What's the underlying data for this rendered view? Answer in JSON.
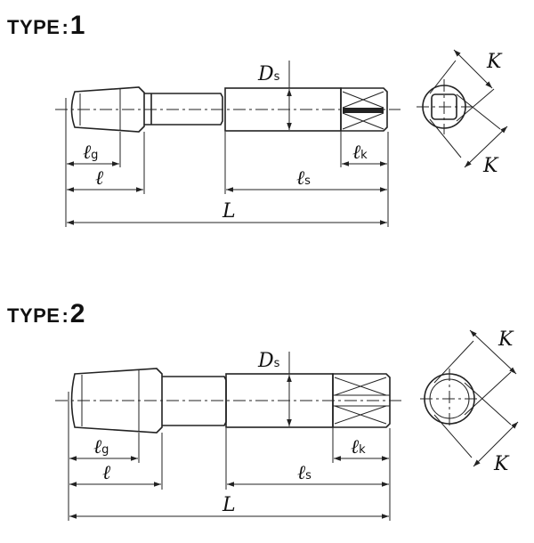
{
  "type1": {
    "word": "TYPE",
    "colon": ":",
    "number": "1"
  },
  "type2": {
    "word": "TYPE",
    "colon": ":",
    "number": "2"
  },
  "labels": {
    "Ds_main": "D",
    "Ds_sub": "s",
    "lg_main": "ℓ",
    "lg_sub": "g",
    "l_main": "ℓ",
    "ls_main": "ℓ",
    "ls_sub": "s",
    "lk_main": "ℓ",
    "lk_sub": "k",
    "L": "L",
    "K": "K"
  }
}
